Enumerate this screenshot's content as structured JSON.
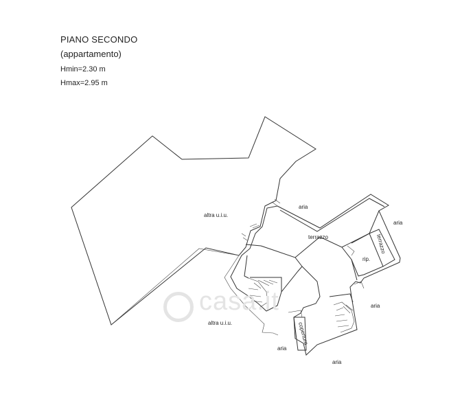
{
  "header": {
    "title": "PIANO SECONDO",
    "subtitle": "(appartamento)",
    "hmin": "Hmin=2.30 m",
    "hmax": "Hmax=2.95 m"
  },
  "labels": {
    "altra_uiu_top": "altra u.i.u.",
    "altra_uiu_bottom": "altra u.i.u.",
    "aria_1": "aria",
    "aria_2": "aria",
    "aria_3": "aria",
    "aria_4": "aria",
    "aria_5": "aria",
    "terrazzo_main": "terrazzo",
    "terrazzo_side": "terrazzo",
    "rip": "rip.",
    "copertura": "copertura"
  },
  "watermark": "casa.it"
}
